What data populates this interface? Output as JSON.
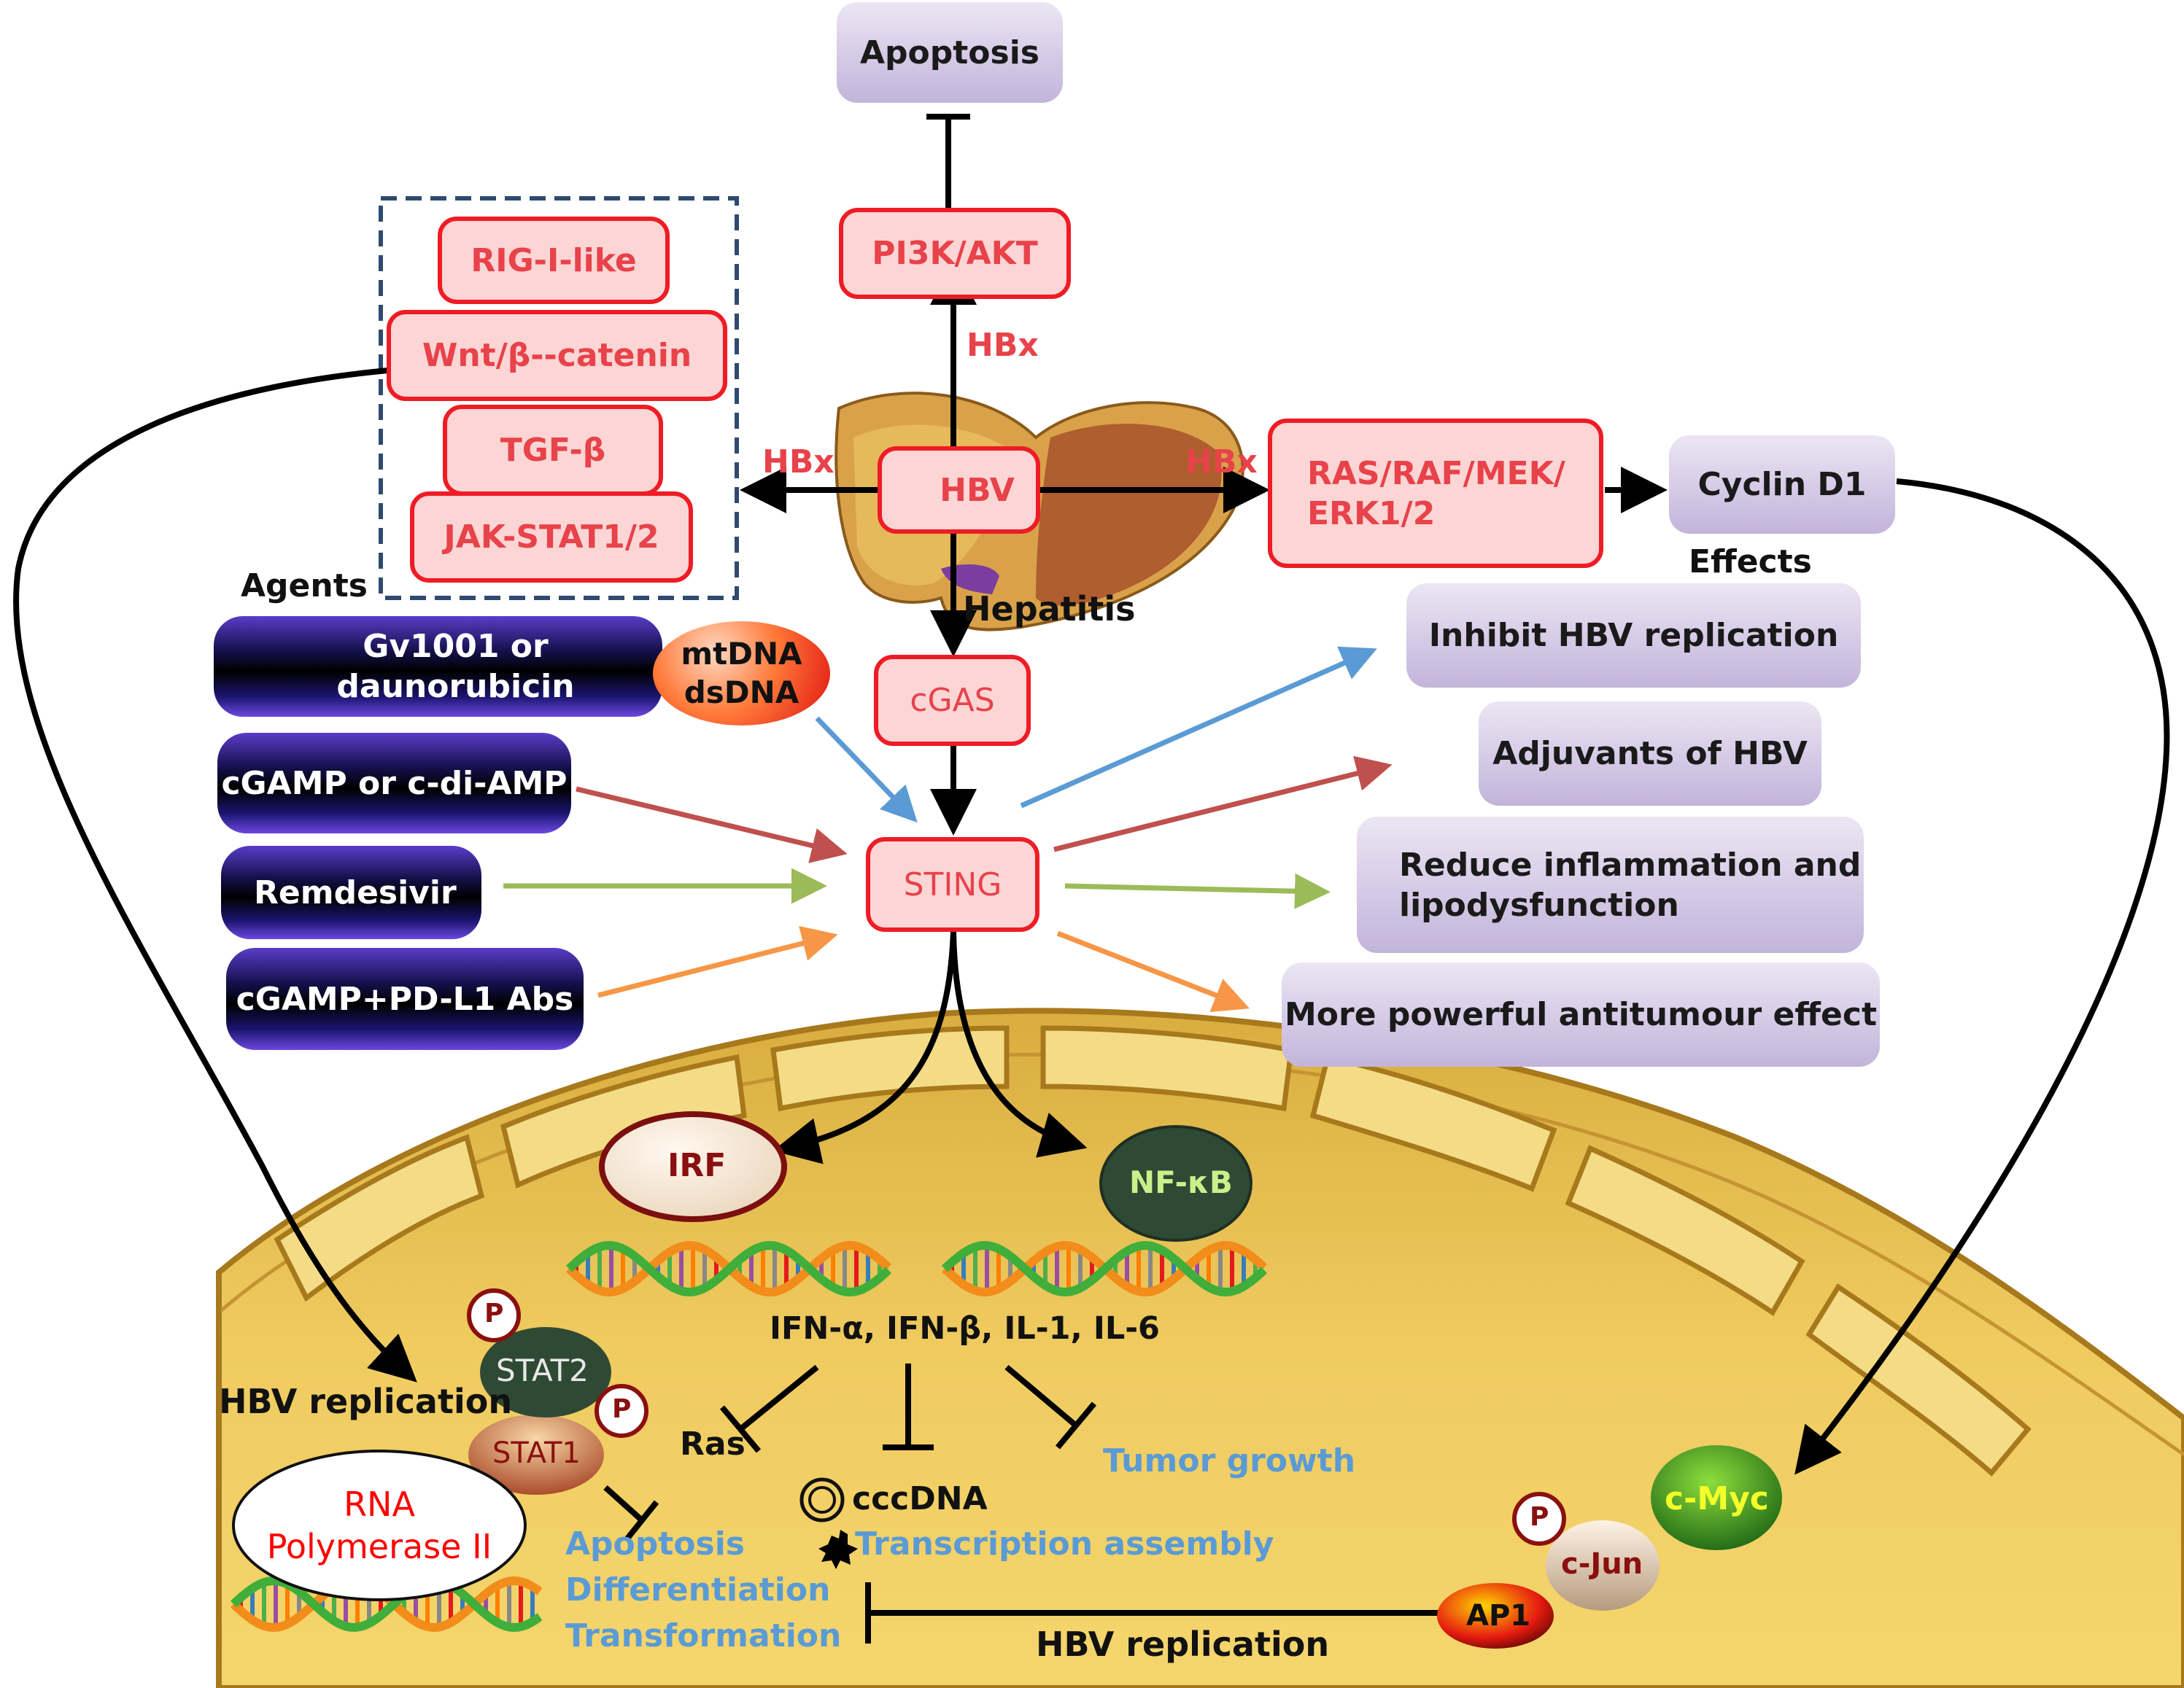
{
  "top": {
    "apoptosis": "Apoptosis",
    "pi3k": "PI3K/AKT",
    "hbx_up": "HBx"
  },
  "center": {
    "hbv": "HBV",
    "hbx_left": "HBx",
    "hbx_right": "HBx",
    "hepatitis": "Hepatitis",
    "cgas": "cGAS",
    "sting": "STING"
  },
  "pathways": [
    "RIG-I-like",
    "Wnt/β--catenin",
    "TGF-β",
    "JAK-STAT1/2"
  ],
  "ras": {
    "line1": "RAS/RAF/MEK/",
    "line2": "ERK1/2"
  },
  "cyclin": "Cyclin D1",
  "agents_header": "Agents",
  "agents": [
    "Gv1001 or daunorubicin",
    "cGAMP or c-di-AMP",
    "Remdesivir",
    "cGAMP+PD-L1 Abs"
  ],
  "dna_sensor": {
    "line1": "mtDNA",
    "line2": "dsDNA"
  },
  "effects_header": "Effects",
  "effects": {
    "e1": "Inhibit HBV replication",
    "e2": "Adjuvants of HBV",
    "e3_line1": "Reduce inflammation and",
    "e3_line2": "lipodysfunction",
    "e4": "More powerful antitumour effect"
  },
  "nucleus": {
    "irf": "IRF",
    "nfkb": "NF-κB",
    "cytokines": "IFN-α, IFN-β, IL-1, IL-6",
    "ras": "Ras",
    "cccdna": "cccDNA",
    "transcription": "Transcription assembly",
    "tumor": "Tumor growth",
    "stat2": "STAT2",
    "stat1": "STAT1",
    "p": "P",
    "hbv_rep_left": "HBV replication",
    "hbv_rep_bottom": "HBV replication",
    "rnapol_line1": "RNA",
    "rnapol_line2": "Polymerase II",
    "apoptosis": "Apoptosis",
    "differentiation": "Differentiation",
    "transformation": "Transformation",
    "cmyc": "c-Myc",
    "cjun": "c-Jun",
    "ap1": "AP1"
  },
  "colors": {
    "red_border": "#ee1c25",
    "red_fill": "#fcd5d5",
    "blue_arrow": "#5b9bd5",
    "red_arrow": "#c0504d",
    "green_arrow": "#9bbb59",
    "orange_arrow": "#f79646",
    "cell_fill": "#f2cd63"
  }
}
